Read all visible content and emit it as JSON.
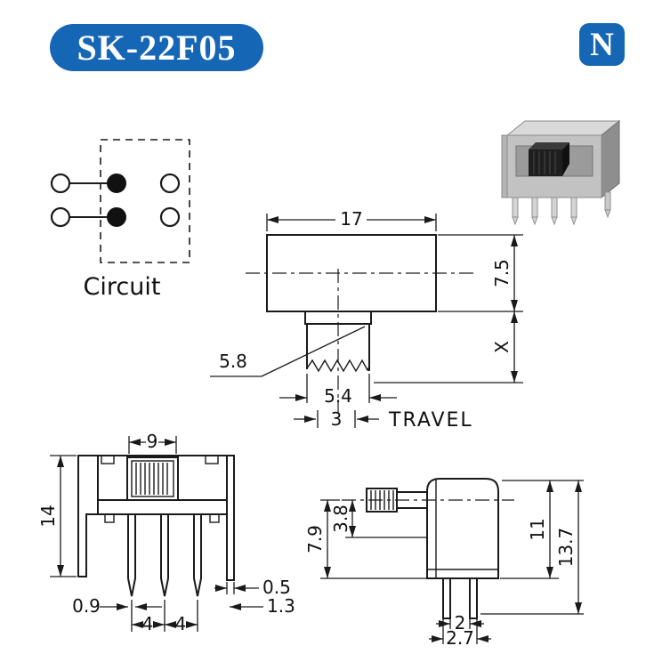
{
  "badges": {
    "model": "SK-22F05",
    "brand": "N"
  },
  "colors": {
    "badge_bg": "#1566b5",
    "badge_text": "#ffffff",
    "line": "#1a1a1a"
  },
  "circuit": {
    "caption": "Circuit"
  },
  "top_view": {
    "body_width": "17",
    "body_height": "7.5",
    "boss_width": "5.8",
    "stem_width": "5.4",
    "under_body_height": "X",
    "travel": "3",
    "travel_label": "TRAVEL"
  },
  "front_view": {
    "knob_width": "9",
    "overall_height": "14",
    "bracket_thickness": "0.5",
    "pin_width": "0.9",
    "pin_pitch_left": "4",
    "pin_pitch_right": "4",
    "foot_width": "1.3"
  },
  "side_view": {
    "center_to_base": "7.9",
    "center_to_mount": "3.8",
    "body_height": "11",
    "overall_height": "13.7",
    "pin_gap": "2",
    "pin_span": "2.7"
  }
}
